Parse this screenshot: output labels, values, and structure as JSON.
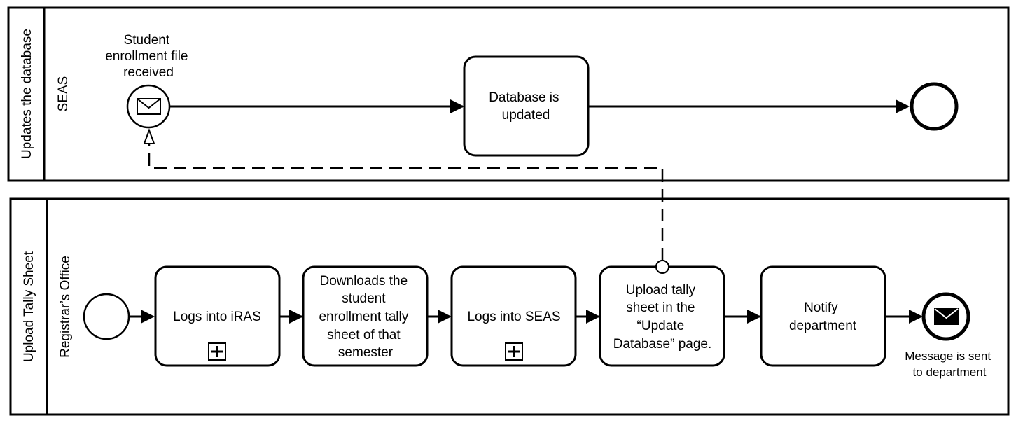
{
  "pools": [
    {
      "pool_label": "Updates the database",
      "lane_label": "SEAS"
    },
    {
      "pool_label": "Upload Tally Sheet",
      "lane_label": "Registrar’s Office"
    }
  ],
  "events": {
    "message_start": [
      "Student",
      "enrollment file",
      "received"
    ],
    "message_end": [
      "Message is sent",
      "to department"
    ]
  },
  "tasks": {
    "db_updated": [
      "Database is",
      "updated"
    ],
    "logs_iras": [
      "Logs into iRAS"
    ],
    "downloads": [
      "Downloads the",
      "student",
      "enrollment tally",
      "sheet of that",
      "semester"
    ],
    "logs_seas": [
      "Logs into SEAS"
    ],
    "upload": [
      "Upload tally",
      "sheet in the",
      "“Update",
      "Database” page."
    ],
    "notify": [
      "Notify",
      "department"
    ]
  },
  "icons": [
    "envelope-icon",
    "subprocess-plus-icon",
    "arrowhead-icon"
  ]
}
